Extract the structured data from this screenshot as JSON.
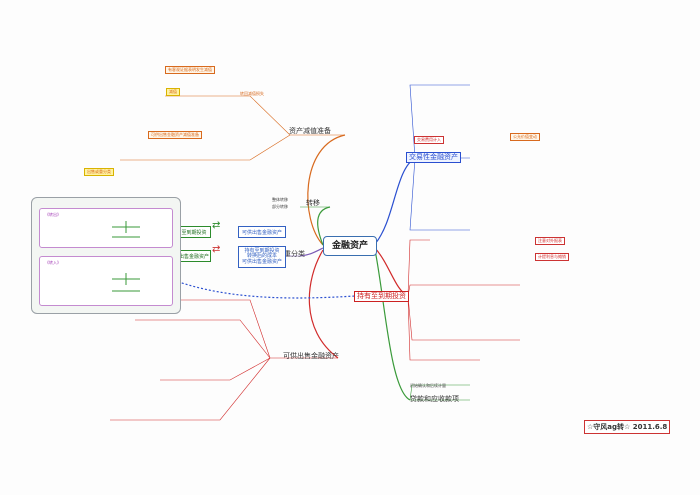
{
  "center": {
    "title": "金融资产"
  },
  "left_branches": {
    "b1": "资产减值准备",
    "b2": "转移",
    "b3": "重分类",
    "b4": "可供出售金融资产",
    "transfer_sub1": "整体转移",
    "transfer_sub2": "部分转移"
  },
  "right_branches": {
    "r1": "交易性金融资产",
    "r2": "持有至到期投资",
    "r3": "贷款和应收款项",
    "r3_pre": "初始确认和后续计量"
  },
  "labels": {
    "hold_box1": "持有至到期投资",
    "avail_box1": "可供出售金融资产",
    "avail_box2": "可供出售金融资产",
    "hold_box2": "持有至到期投资\n转换后的成本\n可供出售金融资产",
    "panel_title1": "《转出》",
    "panel_title2": "《转入》",
    "tag_impair1": "有客观证据表明发生减值",
    "tag_impair2": "可供出售金融资产减值准备",
    "tag_impair3": "转回减值损失",
    "tag_trade": "交易费用计入",
    "tag_fair": "公允价值变动",
    "tag_red_note1": "注意对外报表",
    "tag_red_note2": "计提利息与摊销",
    "tag_yellow1": "减值",
    "tag_yellow2": "出售或重分类"
  },
  "signature": "☆守风ag转☆ 2011.6.8"
}
